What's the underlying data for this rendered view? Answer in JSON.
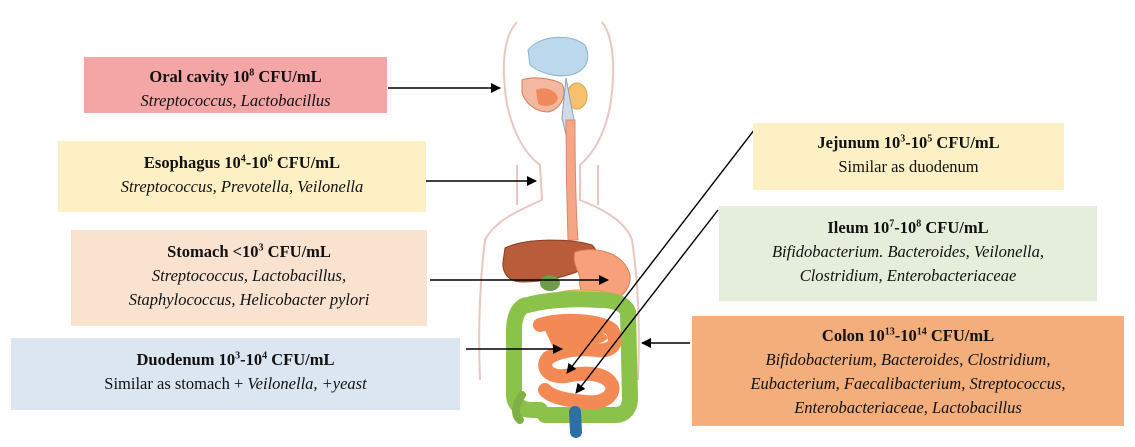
{
  "colors": {
    "oral": "#f4a6a6",
    "esophagus": "#fdf0c4",
    "stomach": "#fae2d0",
    "duodenum": "#dbe6f1",
    "jejunum": "#fdf0c4",
    "ileum": "#e5eedb",
    "colon": "#f3ae7b"
  },
  "regions": {
    "oral": {
      "name": "Oral cavity",
      "count_base": "10",
      "count_exp": "8",
      "unit": "CFU/mL",
      "bacteria": "Streptococcus, Lactobacillus"
    },
    "esophagus": {
      "name": "Esophagus",
      "count_base": "10",
      "count_exp": "4",
      "range_sep": "-",
      "count_base2": "10",
      "count_exp2": "6",
      "unit": "CFU/mL",
      "bacteria": "Streptococcus, Prevotella, Veilonella"
    },
    "stomach": {
      "name": "Stomach",
      "count_prefix": "<10",
      "count_exp": "3",
      "unit": "CFU/mL",
      "bacteria_line1": "Streptococcus, Lactobacillus,",
      "bacteria_line2": "Staphylococcus, Helicobacter pylori"
    },
    "duodenum": {
      "name": "Duodenum",
      "count_base": "10",
      "count_exp": "3",
      "range_sep": "-",
      "count_base2": "10",
      "count_exp2": "4",
      "unit": "CFU/mL",
      "desc_plain": "Similar as stomach + ",
      "desc_italic": "Veilonella, +yeast"
    },
    "jejunum": {
      "name": "Jejunum",
      "count_base": "10",
      "count_exp": "3",
      "range_sep": "-",
      "count_base2": "10",
      "count_exp2": "5",
      "unit": "CFU/mL",
      "desc": "Similar as duodenum"
    },
    "ileum": {
      "name": "Ileum",
      "count_base": "10",
      "count_exp": "7",
      "range_sep": "-",
      "count_base2": "10",
      "count_exp2": "8",
      "unit": "CFU/mL",
      "bacteria_line1": "Bifidobacterium. Bacteroides, Veilonella,",
      "bacteria_line2": "Clostridium, Enterobacteriaceae"
    },
    "colon": {
      "name": "Colon",
      "count_base": "10",
      "count_exp": "13",
      "range_sep": "-",
      "count_base2": "10",
      "count_exp2": "14",
      "unit": "CFU/mL",
      "bacteria_line1": "Bifidobacterium, Bacteroides, Clostridium,",
      "bacteria_line2": "Eubacterium, Faecalibacterium, Streptococcus,",
      "bacteria_line3": "Enterobacteriaceae, Lactobacillus"
    }
  }
}
